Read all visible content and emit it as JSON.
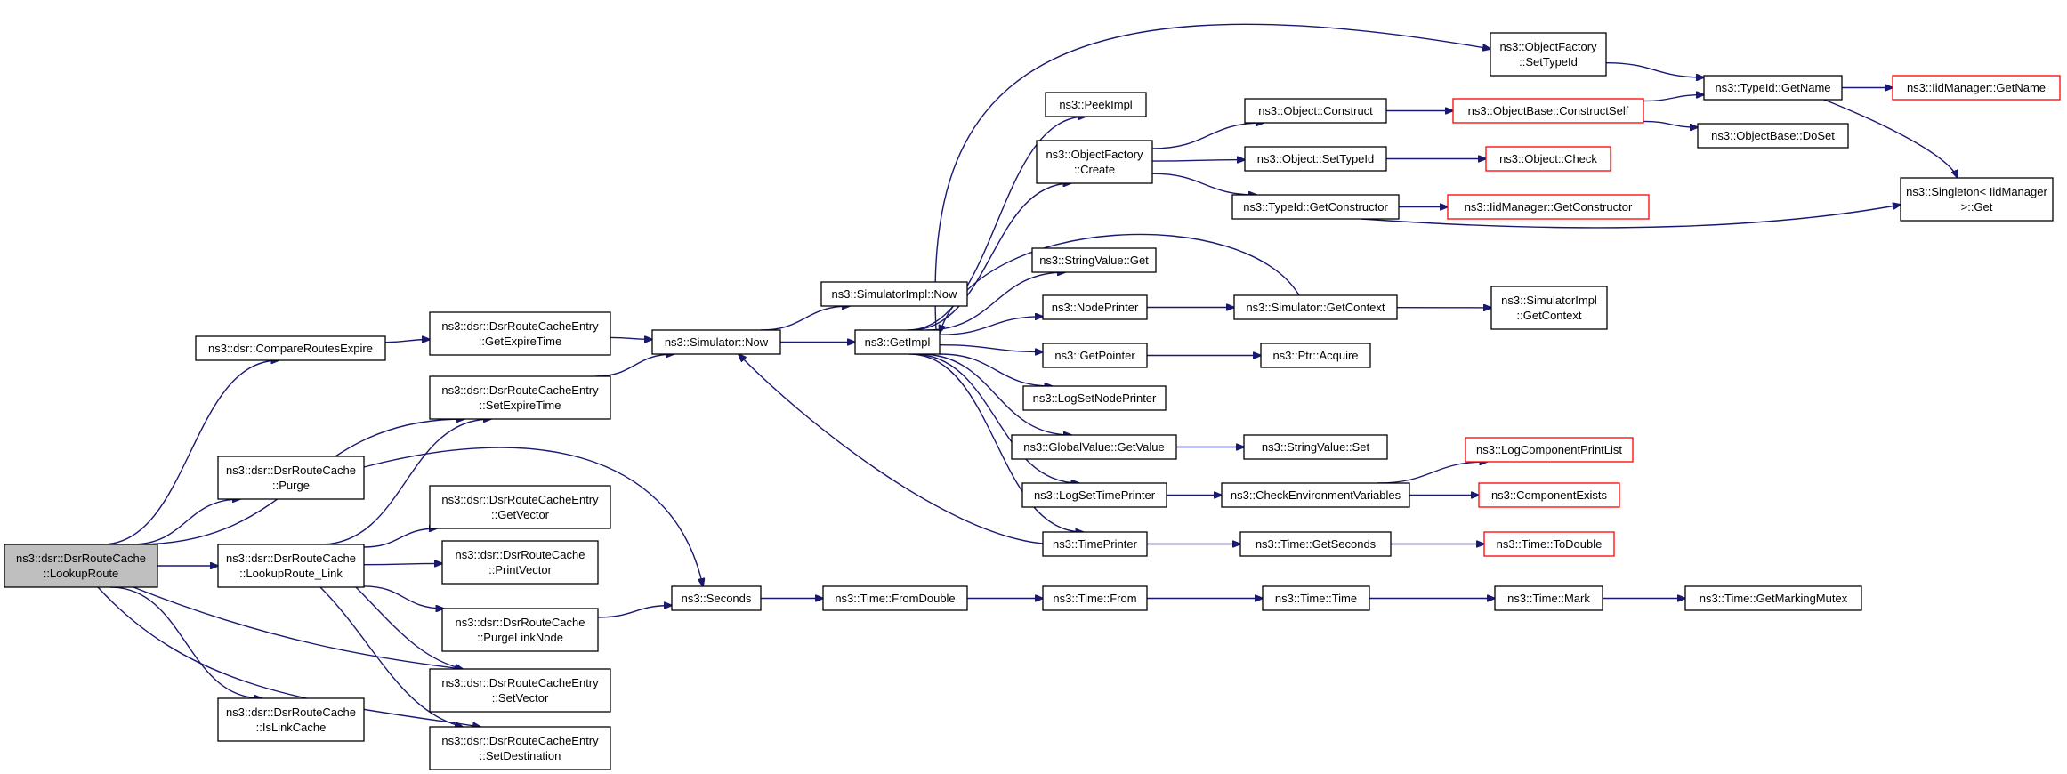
{
  "nodes": [
    {
      "id": "root",
      "lines": [
        "ns3::dsr::DsrRouteCache",
        "::LookupRoute"
      ],
      "root": true
    },
    {
      "id": "compareRoutesExpire",
      "lines": [
        "ns3::dsr::CompareRoutesExpire"
      ]
    },
    {
      "id": "cachePurge",
      "lines": [
        "ns3::dsr::DsrRouteCache",
        "::Purge"
      ]
    },
    {
      "id": "lookupRouteLink",
      "lines": [
        "ns3::dsr::DsrRouteCache",
        "::LookupRoute_Link"
      ]
    },
    {
      "id": "isLinkCache",
      "lines": [
        "ns3::dsr::DsrRouteCache",
        "::IsLinkCache"
      ]
    },
    {
      "id": "entryGetExpireTime",
      "lines": [
        "ns3::dsr::DsrRouteCacheEntry",
        "::GetExpireTime"
      ]
    },
    {
      "id": "entrySetExpireTime",
      "lines": [
        "ns3::dsr::DsrRouteCacheEntry",
        "::SetExpireTime"
      ]
    },
    {
      "id": "entryGetVector",
      "lines": [
        "ns3::dsr::DsrRouteCacheEntry",
        "::GetVector"
      ]
    },
    {
      "id": "cachePrintVector",
      "lines": [
        "ns3::dsr::DsrRouteCache",
        "::PrintVector"
      ]
    },
    {
      "id": "cachePurgeLinkNode",
      "lines": [
        "ns3::dsr::DsrRouteCache",
        "::PurgeLinkNode"
      ]
    },
    {
      "id": "entrySetVector",
      "lines": [
        "ns3::dsr::DsrRouteCacheEntry",
        "::SetVector"
      ]
    },
    {
      "id": "entrySetDestination",
      "lines": [
        "ns3::dsr::DsrRouteCacheEntry",
        "::SetDestination"
      ]
    },
    {
      "id": "simulatorNow",
      "lines": [
        "ns3::Simulator::Now"
      ]
    },
    {
      "id": "seconds",
      "lines": [
        "ns3::Seconds"
      ]
    },
    {
      "id": "simImplNow",
      "lines": [
        "ns3::SimulatorImpl::Now"
      ]
    },
    {
      "id": "getImpl",
      "lines": [
        "ns3::GetImpl"
      ]
    },
    {
      "id": "timeFromDouble",
      "lines": [
        "ns3::Time::FromDouble"
      ]
    },
    {
      "id": "peekImpl",
      "lines": [
        "ns3::PeekImpl"
      ]
    },
    {
      "id": "objFactoryCreate",
      "lines": [
        "ns3::ObjectFactory",
        "::Create"
      ]
    },
    {
      "id": "stringValueGet",
      "lines": [
        "ns3::StringValue::Get"
      ]
    },
    {
      "id": "nodePrinter",
      "lines": [
        "ns3::NodePrinter"
      ]
    },
    {
      "id": "getPointer",
      "lines": [
        "ns3::GetPointer"
      ]
    },
    {
      "id": "logSetNodePrinter",
      "lines": [
        "ns3::LogSetNodePrinter"
      ]
    },
    {
      "id": "globalValueGetValue",
      "lines": [
        "ns3::GlobalValue::GetValue"
      ]
    },
    {
      "id": "logSetTimePrinter",
      "lines": [
        "ns3::LogSetTimePrinter"
      ]
    },
    {
      "id": "timePrinter",
      "lines": [
        "ns3::TimePrinter"
      ]
    },
    {
      "id": "timeFrom",
      "lines": [
        "ns3::Time::From"
      ]
    },
    {
      "id": "objectConstruct",
      "lines": [
        "ns3::Object::Construct"
      ]
    },
    {
      "id": "objectSetTypeId",
      "lines": [
        "ns3::Object::SetTypeId"
      ]
    },
    {
      "id": "typeIdGetConstructor",
      "lines": [
        "ns3::TypeId::GetConstructor"
      ]
    },
    {
      "id": "simulatorGetContext",
      "lines": [
        "ns3::Simulator::GetContext"
      ]
    },
    {
      "id": "ptrAcquire",
      "lines": [
        "ns3::Ptr::Acquire"
      ]
    },
    {
      "id": "stringValueSet",
      "lines": [
        "ns3::StringValue::Set"
      ]
    },
    {
      "id": "checkEnvVars",
      "lines": [
        "ns3::CheckEnvironmentVariables"
      ]
    },
    {
      "id": "timeGetSeconds",
      "lines": [
        "ns3::Time::GetSeconds"
      ]
    },
    {
      "id": "timeTime",
      "lines": [
        "ns3::Time::Time"
      ]
    },
    {
      "id": "objFactorySetTypeId",
      "lines": [
        "ns3::ObjectFactory",
        "::SetTypeId"
      ]
    },
    {
      "id": "objBaseConstructSelf",
      "lines": [
        "ns3::ObjectBase::ConstructSelf"
      ],
      "truncated": true
    },
    {
      "id": "objectCheck",
      "lines": [
        "ns3::Object::Check"
      ],
      "truncated": true
    },
    {
      "id": "iidGetConstructor",
      "lines": [
        "ns3::IidManager::GetConstructor"
      ],
      "truncated": true
    },
    {
      "id": "simImplGetContext",
      "lines": [
        "ns3::SimulatorImpl",
        "::GetContext"
      ]
    },
    {
      "id": "logComponentPrintList",
      "lines": [
        "ns3::LogComponentPrintList"
      ],
      "truncated": true
    },
    {
      "id": "componentExists",
      "lines": [
        "ns3::ComponentExists"
      ],
      "truncated": true
    },
    {
      "id": "timeToDouble",
      "lines": [
        "ns3::Time::ToDouble"
      ],
      "truncated": true
    },
    {
      "id": "timeMark",
      "lines": [
        "ns3::Time::Mark"
      ]
    },
    {
      "id": "typeIdGetName",
      "lines": [
        "ns3::TypeId::GetName"
      ]
    },
    {
      "id": "objBaseDoSet",
      "lines": [
        "ns3::ObjectBase::DoSet"
      ]
    },
    {
      "id": "iidGetName",
      "lines": [
        "ns3::IidManager::GetName"
      ],
      "truncated": true
    },
    {
      "id": "singletonGet",
      "lines": [
        "ns3::Singleton< IidManager",
        " >::Get"
      ]
    },
    {
      "id": "timeGetMarkingMutex",
      "lines": [
        "ns3::Time::GetMarkingMutex"
      ]
    }
  ],
  "edges": [
    [
      "root",
      "compareRoutesExpire"
    ],
    [
      "root",
      "entrySetExpireTime"
    ],
    [
      "root",
      "cachePurge"
    ],
    [
      "root",
      "lookupRouteLink"
    ],
    [
      "root",
      "entrySetVector"
    ],
    [
      "root",
      "entrySetDestination"
    ],
    [
      "root",
      "isLinkCache"
    ],
    [
      "compareRoutesExpire",
      "entryGetExpireTime"
    ],
    [
      "entryGetExpireTime",
      "simulatorNow"
    ],
    [
      "entrySetExpireTime",
      "simulatorNow"
    ],
    [
      "cachePurge",
      "seconds"
    ],
    [
      "lookupRouteLink",
      "entrySetExpireTime"
    ],
    [
      "lookupRouteLink",
      "entryGetVector"
    ],
    [
      "lookupRouteLink",
      "cachePrintVector"
    ],
    [
      "lookupRouteLink",
      "cachePurgeLinkNode"
    ],
    [
      "lookupRouteLink",
      "entrySetVector"
    ],
    [
      "lookupRouteLink",
      "entrySetDestination"
    ],
    [
      "cachePurgeLinkNode",
      "seconds"
    ],
    [
      "simulatorNow",
      "simImplNow"
    ],
    [
      "simulatorNow",
      "getImpl"
    ],
    [
      "seconds",
      "timeFromDouble"
    ],
    [
      "getImpl",
      "peekImpl"
    ],
    [
      "getImpl",
      "objFactoryCreate"
    ],
    [
      "getImpl",
      "stringValueGet"
    ],
    [
      "getImpl",
      "nodePrinter"
    ],
    [
      "getImpl",
      "getPointer"
    ],
    [
      "getImpl",
      "logSetNodePrinter"
    ],
    [
      "getImpl",
      "globalValueGetValue"
    ],
    [
      "getImpl",
      "logSetTimePrinter"
    ],
    [
      "getImpl",
      "timePrinter"
    ],
    [
      "getImpl",
      "objFactorySetTypeId"
    ],
    [
      "timePrinter",
      "simulatorNow"
    ],
    [
      "timeFromDouble",
      "timeFrom"
    ],
    [
      "objFactoryCreate",
      "objectConstruct"
    ],
    [
      "objFactoryCreate",
      "objectSetTypeId"
    ],
    [
      "objFactoryCreate",
      "typeIdGetConstructor"
    ],
    [
      "nodePrinter",
      "simulatorGetContext"
    ],
    [
      "simulatorGetContext",
      "getImpl"
    ],
    [
      "simulatorGetContext",
      "simImplGetContext"
    ],
    [
      "getPointer",
      "ptrAcquire"
    ],
    [
      "globalValueGetValue",
      "stringValueSet"
    ],
    [
      "logSetTimePrinter",
      "checkEnvVars"
    ],
    [
      "timePrinter",
      "timeGetSeconds"
    ],
    [
      "timeFrom",
      "timeTime"
    ],
    [
      "objectConstruct",
      "objBaseConstructSelf"
    ],
    [
      "objectSetTypeId",
      "objectCheck"
    ],
    [
      "typeIdGetConstructor",
      "iidGetConstructor"
    ],
    [
      "typeIdGetConstructor",
      "singletonGet"
    ],
    [
      "checkEnvVars",
      "logComponentPrintList"
    ],
    [
      "checkEnvVars",
      "componentExists"
    ],
    [
      "timeGetSeconds",
      "timeToDouble"
    ],
    [
      "timeTime",
      "timeMark"
    ],
    [
      "objFactorySetTypeId",
      "typeIdGetName"
    ],
    [
      "objBaseConstructSelf",
      "typeIdGetName"
    ],
    [
      "objBaseConstructSelf",
      "objBaseDoSet"
    ],
    [
      "typeIdGetName",
      "iidGetName"
    ],
    [
      "typeIdGetName",
      "singletonGet"
    ],
    [
      "timeMark",
      "timeGetMarkingMutex"
    ]
  ]
}
